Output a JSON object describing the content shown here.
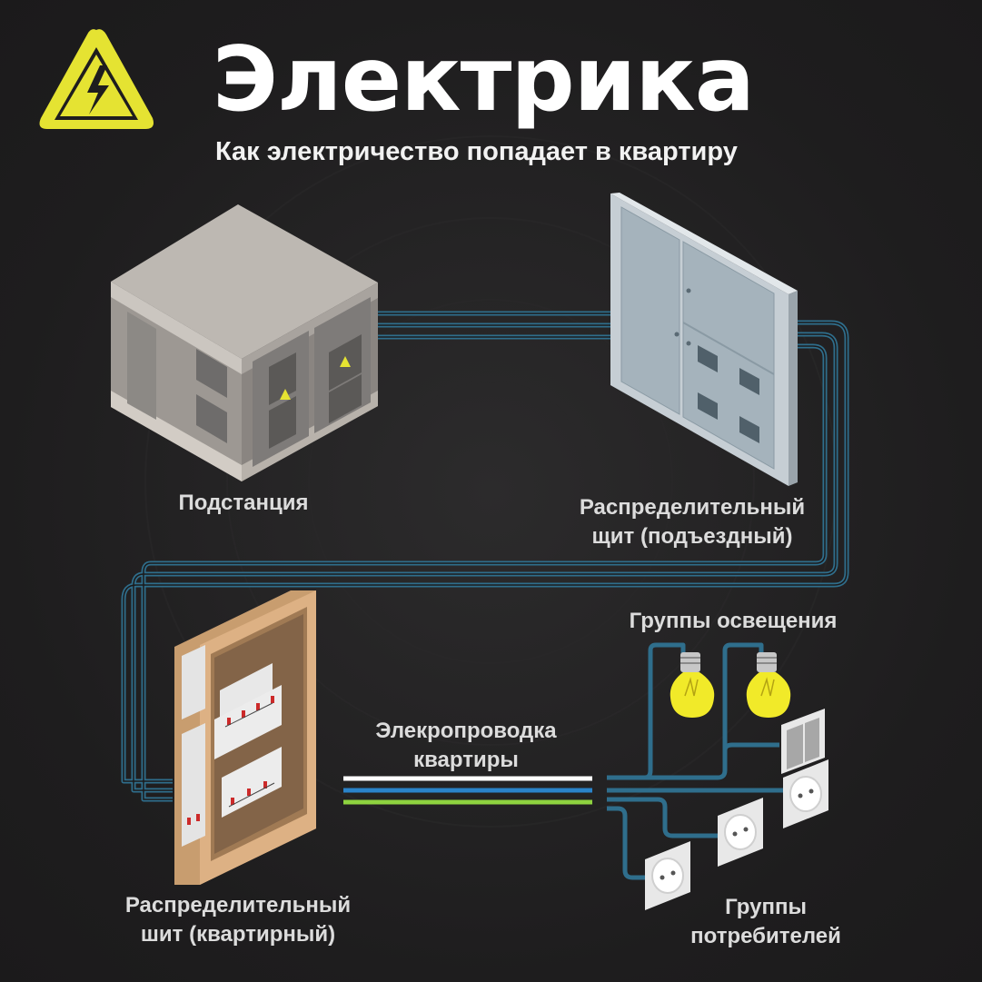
{
  "title": "Электрика",
  "subtitle": "Как электричество попадает в квартиру",
  "labels": {
    "substation": "Подстанция",
    "entrance_panel": {
      "line1": "Распределительный",
      "line2": "щит (подъездный)"
    },
    "lighting_groups": "Группы освещения",
    "apartment_wiring": {
      "line1": "Элекропроводка",
      "line2": "квартиры"
    },
    "apartment_panel": {
      "line1": "Распределительный",
      "line2": "шит (квартирный)"
    },
    "consumer_groups": {
      "line1": "Группы",
      "line2": "потребителей"
    }
  },
  "icons": {
    "warning": "high-voltage-warning-icon",
    "bulb": "light-bulb-icon",
    "socket": "power-socket-icon",
    "switch": "light-switch-icon"
  },
  "colors": {
    "background": "#1e1d1e",
    "cable": "#2f6e8c",
    "warning_yellow": "#e5e332",
    "wire_phase": "#ffffff",
    "wire_neutral": "#2a83c9",
    "wire_ground": "#8ed33f",
    "bulb": "#f1ea29"
  }
}
